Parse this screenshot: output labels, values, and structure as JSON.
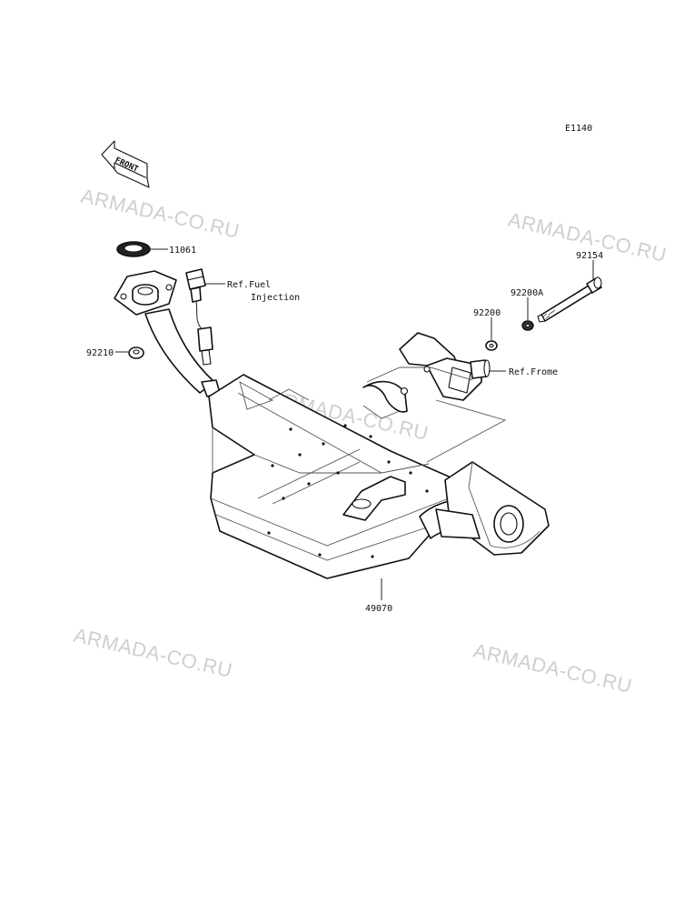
{
  "diagram": {
    "code": "E1140",
    "front_label": "FRONT",
    "labels": {
      "p11061": "11061",
      "p92210": "92210",
      "ref_fuel_1": "Ref.Fuel",
      "ref_fuel_2": "Injection",
      "p92154": "92154",
      "p92200A": "92200A",
      "p92200": "92200",
      "ref_frame": "Ref.Frome",
      "p49070": "49070"
    },
    "watermark": "ARMADA-CO.RU"
  }
}
